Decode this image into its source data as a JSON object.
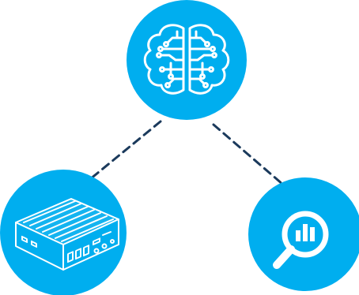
{
  "colors": {
    "node_fill": "#00AEEF",
    "icon_stroke": "#ffffff",
    "connector": "#1B3A5C",
    "background": "#ffffff"
  },
  "nodes": [
    {
      "id": "ai",
      "icon": "brain-circuit-icon"
    },
    {
      "id": "hardware",
      "icon": "fanless-mini-pc-icon"
    },
    {
      "id": "analytics",
      "icon": "magnifier-bar-chart-icon"
    }
  ],
  "connectors": [
    {
      "from": "ai",
      "to": "hardware",
      "style": "dashed"
    },
    {
      "from": "ai",
      "to": "analytics",
      "style": "dashed"
    }
  ]
}
